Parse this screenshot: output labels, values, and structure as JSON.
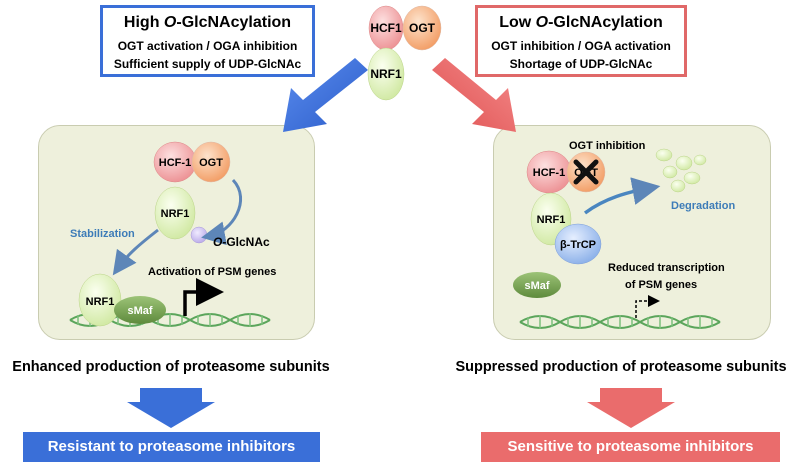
{
  "high_box": {
    "title_prefix": "High ",
    "title_o": "O",
    "title_suffix": "-GlcNAcylation",
    "line1": "OGT activation / OGA inhibition",
    "line2": "Sufficient supply of UDP-GlcNAc",
    "color": "#3a6fd8"
  },
  "low_box": {
    "title_prefix": "Low ",
    "title_o": "O",
    "title_suffix": "-GlcNAcylation",
    "line1": "OGT inhibition / OGA activation",
    "line2": "Shortage of UDP-GlcNAc",
    "color": "#e06868"
  },
  "top_complex": {
    "hcf1": "HCF1",
    "ogt": "OGT",
    "nrf1": "NRF1"
  },
  "left_panel": {
    "hcf1": "HCF-1",
    "ogt": "OGT",
    "nrf1": "NRF1",
    "stabilization": "Stabilization",
    "oglcnac_o": "O",
    "oglcnac_rest": "-GlcNAc",
    "activation": "Activation of PSM genes",
    "dna_nrf1": "NRF1",
    "dna_smaf": "sMaf"
  },
  "right_panel": {
    "ogt_inhibition": "OGT inhibition",
    "hcf1": "HCF-1",
    "ogt": "OGT",
    "nrf1": "NRF1",
    "btrcp": "β-TrCP",
    "degradation": "Degradation",
    "smaf": "sMaf",
    "reduced_line1": "Reduced transcription",
    "reduced_line2": "of PSM genes"
  },
  "left_outcome": "Enhanced production of proteasome subunits",
  "right_outcome": "Suppressed production of proteasome subunits",
  "left_result": "Resistant to proteasome inhibitors",
  "right_result": "Sensitive to proteasome inhibitors",
  "colors": {
    "blue": "#3a6fd8",
    "red": "#ea6c6c",
    "panel": "#eef0dc",
    "hcf_pink": "#f2a6a8",
    "ogt_orange": "#f6b080",
    "nrf1_green": "#e6f3c4",
    "smaf_green": "#7ea65a",
    "btrcp_blue": "#a9c3ef",
    "dna_green": "#5ba55b",
    "label_blue": "#3d7cb8"
  }
}
